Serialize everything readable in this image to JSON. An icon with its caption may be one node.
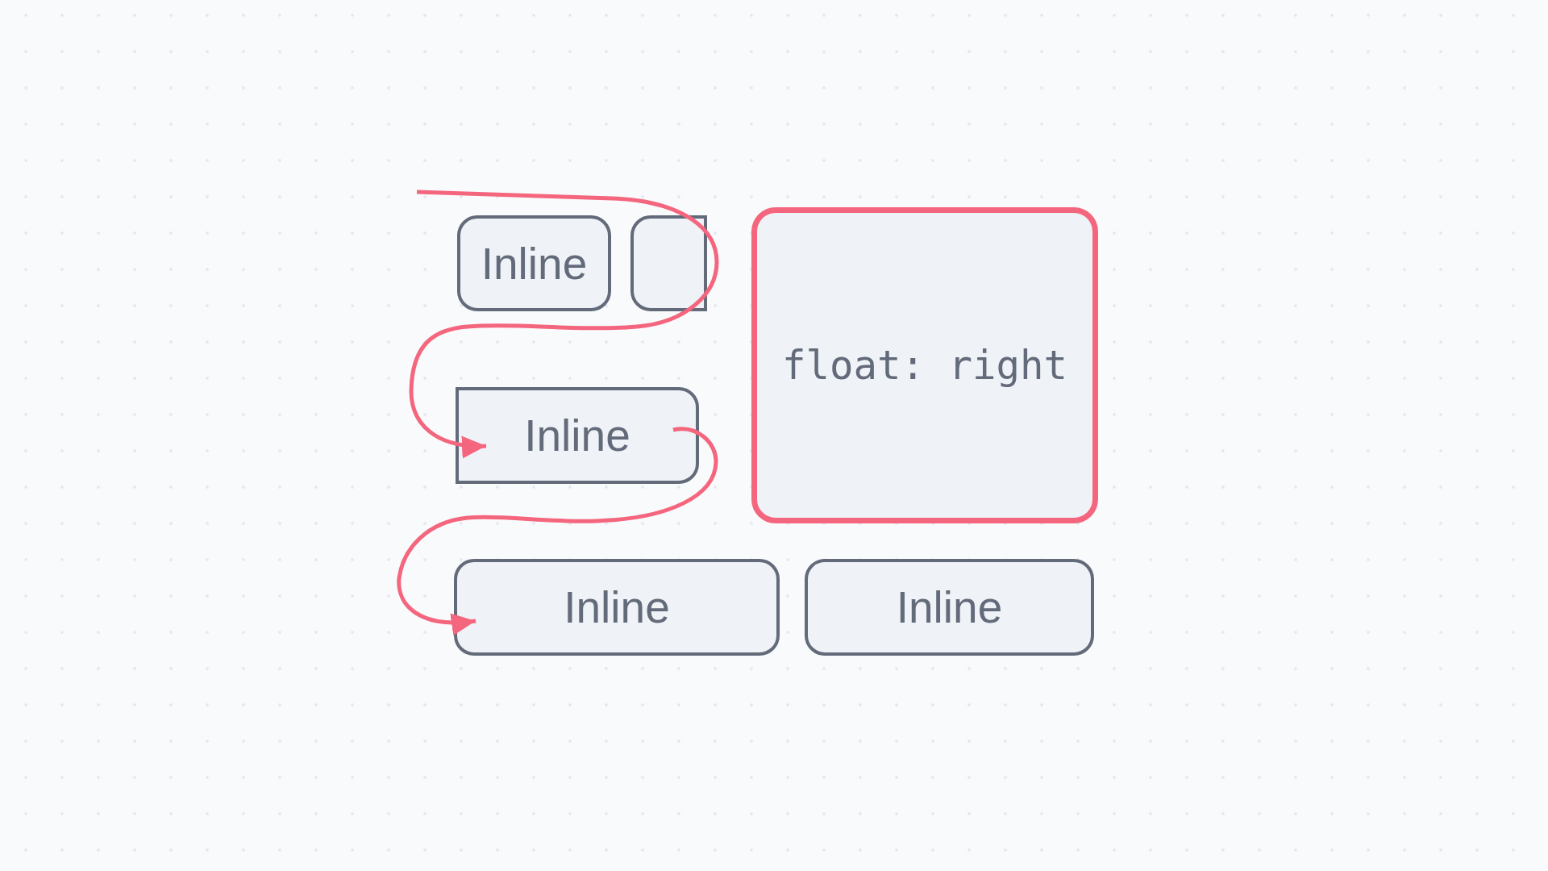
{
  "diagram": {
    "nodes": [
      {
        "text": [
          "Inline"
        ]
      },
      {
        "text": [],
        "shape": "box"
      },
      {
        "text": [
          "float: right"
        ]
      },
      {
        "text": [
          "Inline"
        ]
      },
      {
        "text": [
          "Inline"
        ]
      },
      {
        "text": [
          "Inline"
        ]
      }
    ],
    "edges": [
      {
        "from": null,
        "to": 3,
        "arrow": "to"
      },
      {
        "from": 3,
        "to": 4,
        "arrow": "to"
      }
    ]
  }
}
